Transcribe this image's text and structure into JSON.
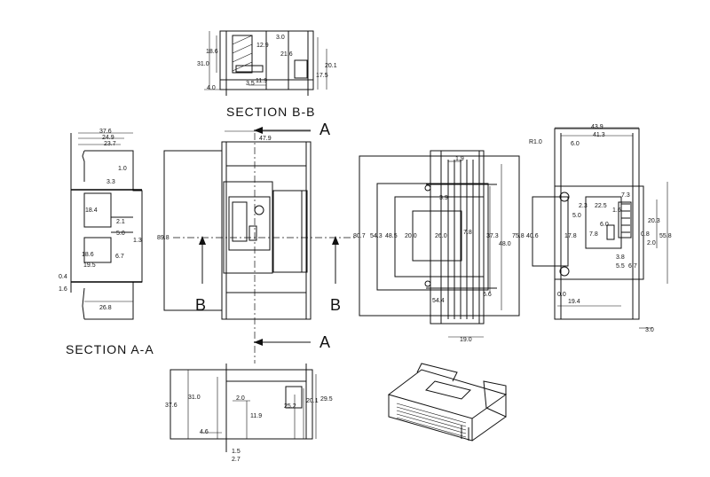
{
  "drawing": {
    "section_bb_label": "SECTION B-B",
    "section_aa_label": "SECTION A-A",
    "arrow_letter_a": "A",
    "arrow_letter_b": "B"
  },
  "dimensions": {
    "bb": [
      "18.6",
      "31.0",
      "12.9",
      "3.0",
      "21.6",
      "20.1",
      "17.5",
      "11.9",
      "3.5",
      "4.0"
    ],
    "aa": [
      "37.6",
      "24.9",
      "23.7",
      "1.0",
      "3.3",
      "18.4",
      "2.1",
      "5.0",
      "1.3",
      "6.7",
      "18.6",
      "19.5",
      "0.4",
      "1.6",
      "26.8"
    ],
    "front": [
      "47.9",
      "89.8"
    ],
    "bottom": [
      "37.6",
      "31.0",
      "2.0",
      "11.9",
      "25.2",
      "20.1",
      "29.5",
      "4.6",
      "1.5",
      "2.7"
    ],
    "middle": [
      "1.9",
      "3.9",
      "80.7",
      "54.3",
      "48.5",
      "20.0",
      "26.0",
      "7.8",
      "37.3",
      "75.8",
      "48.0",
      "6.6",
      "54.4",
      "19.0"
    ],
    "right": [
      "43.9",
      "41.3",
      "R1.0",
      "6.0",
      "7.3",
      "22.5",
      "2.3",
      "5.0",
      "40.6",
      "17.8",
      "1.6",
      "6.0",
      "20.3",
      "55.8",
      "0.8",
      "2.0",
      "7.8",
      "3.8",
      "5.5",
      "6.7",
      "0.0",
      "19.4",
      "3.0"
    ]
  }
}
